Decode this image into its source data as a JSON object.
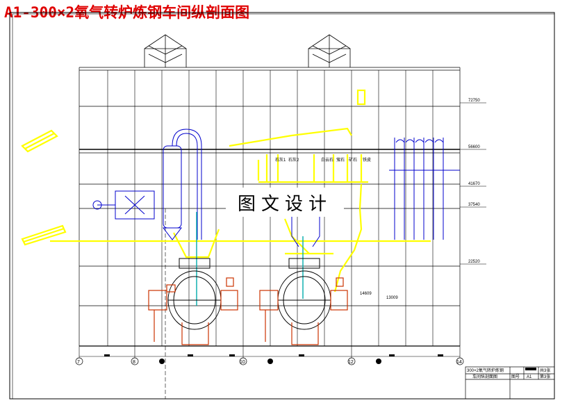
{
  "title": "A1-300×2氧气转炉炼钢车间纵剖面图",
  "watermark": "图文设计",
  "elevations": [
    "72750",
    "56600",
    "41670",
    "37540",
    "22520",
    "14609",
    "13009"
  ],
  "axis_labels": [
    "7",
    "8",
    "10",
    "12",
    "14"
  ],
  "hopper_labels": [
    "石灰1",
    "石灰2",
    "白云石",
    "萤石",
    "矿石",
    "铁皮"
  ],
  "title_block": {
    "name_line1": "300×2氧气转炉炼钢",
    "name_line2": "车间纵剖面图",
    "sheet_total": "共3张",
    "sheet_no": "第3张",
    "drawing_no_label": "图号",
    "drawing_no": "A1"
  },
  "colors": {
    "title": "#e00000",
    "building": "#000000",
    "oxygen_equipment": "#ffff00",
    "flue": "#0000cc",
    "converter": "#cc3300",
    "lance": "#00aaaa"
  }
}
